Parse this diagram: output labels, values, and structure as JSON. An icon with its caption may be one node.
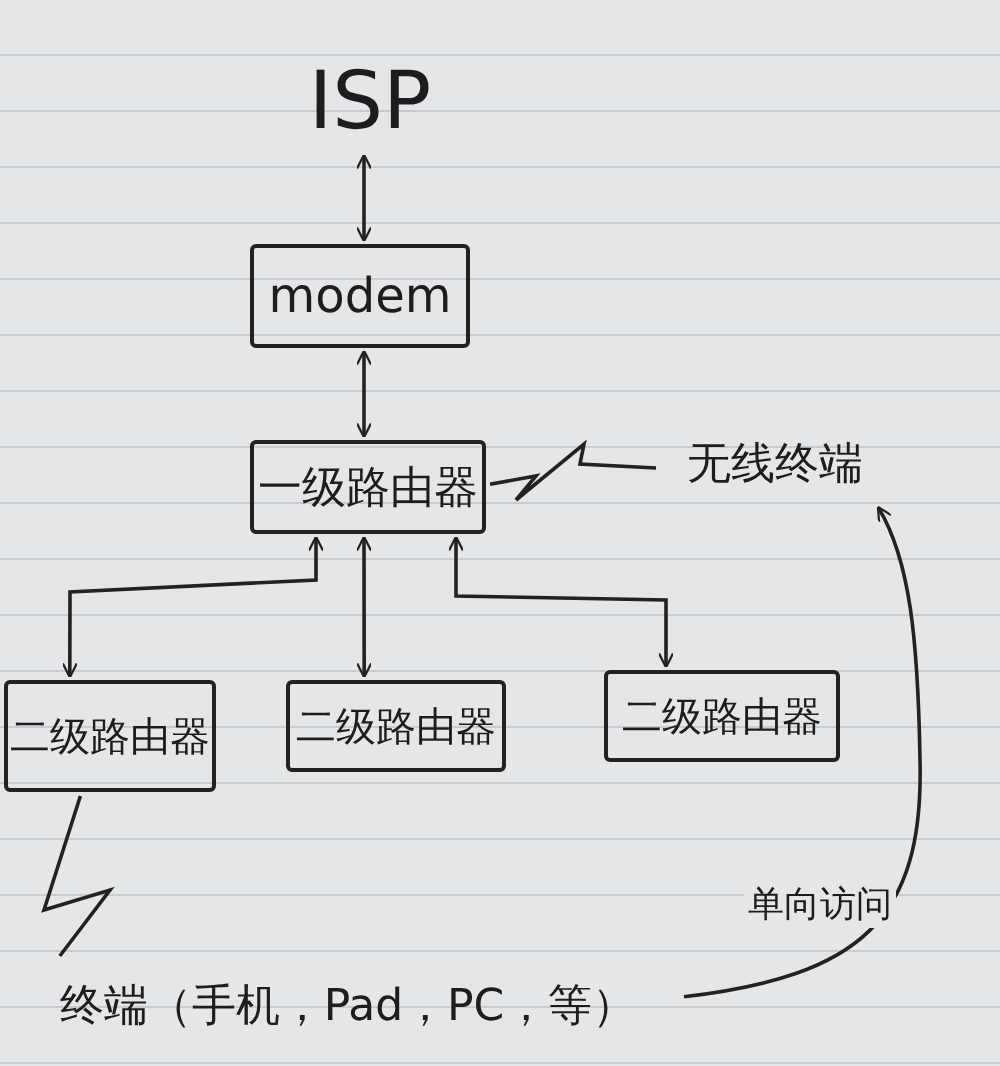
{
  "diagram": {
    "nodes": [
      {
        "text": [
          "ISP"
        ]
      },
      {
        "text": [
          "modem"
        ]
      },
      {
        "text": [
          "一级路由器"
        ]
      },
      {
        "text": [
          "无线终端"
        ]
      },
      {
        "text": [
          "二级路由器"
        ]
      },
      {
        "text": [
          "二级路由器"
        ]
      },
      {
        "text": [
          "二级路由器"
        ]
      },
      {
        "text": [
          "终端（手机，Pad，PC，等）"
        ]
      }
    ],
    "edges": [
      {
        "from": 0,
        "to": 1,
        "arrow": "both"
      },
      {
        "from": 1,
        "to": 2,
        "arrow": "both"
      },
      {
        "from": 2,
        "to": 3,
        "arrow": "none"
      },
      {
        "from": 2,
        "to": 4,
        "arrow": "both"
      },
      {
        "from": 2,
        "to": 5,
        "arrow": "both"
      },
      {
        "from": 2,
        "to": 6,
        "arrow": "both"
      },
      {
        "from": 4,
        "to": 7,
        "arrow": "none"
      },
      {
        "from": 7,
        "to": 3,
        "arrow": "to",
        "label": "单向访问"
      }
    ]
  }
}
